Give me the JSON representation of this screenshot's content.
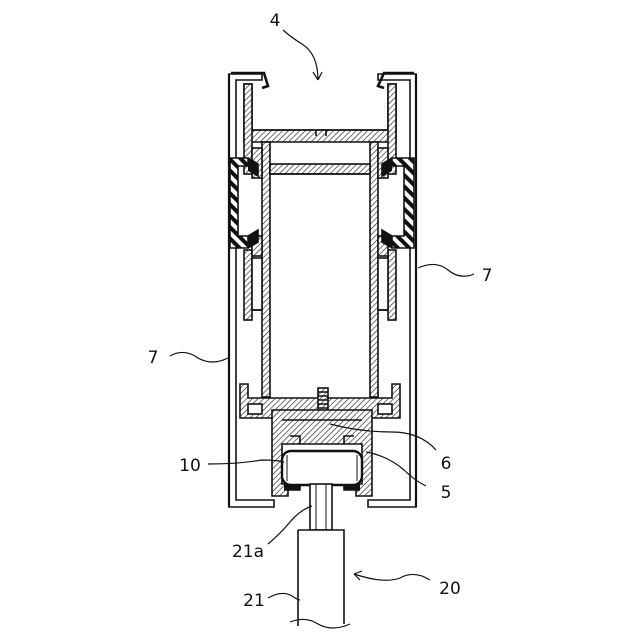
{
  "figure": {
    "labels": {
      "ref_4": "4",
      "ref_7_right": "7",
      "ref_7_left": "7",
      "ref_6": "6",
      "ref_10": "10",
      "ref_5": "5",
      "ref_21a": "21a",
      "ref_20": "20",
      "ref_21": "21"
    },
    "colors": {
      "ink": "#111111",
      "paper": "#ffffff"
    }
  }
}
